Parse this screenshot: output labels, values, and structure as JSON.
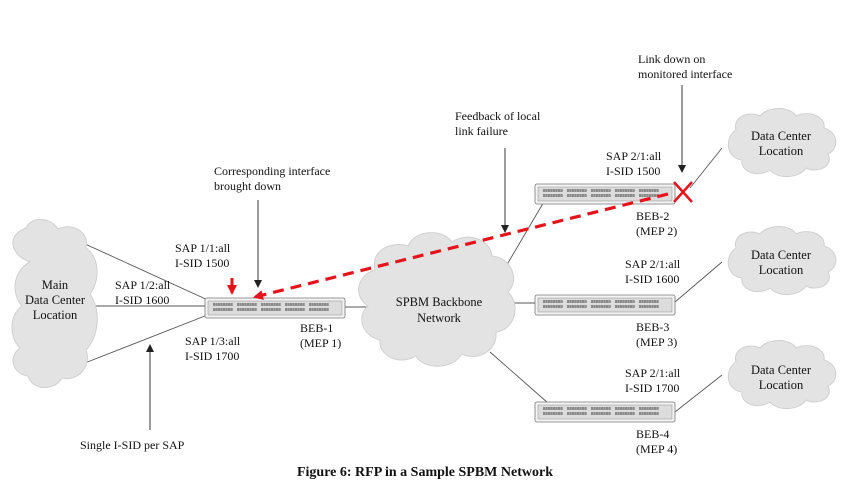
{
  "callouts": {
    "corresponding_interface": [
      "Corresponding interface",
      "brought down"
    ],
    "feedback_failure": [
      "Feedback of local",
      "link failure"
    ],
    "link_down": [
      "Link down on",
      "monitored interface"
    ],
    "single_isid": "Single I-SID per SAP"
  },
  "clouds": {
    "main_dc": [
      "Main",
      "Data Center",
      "Location"
    ],
    "backbone": [
      "SPBM Backbone",
      "Network"
    ],
    "dc_top": [
      "Data Center",
      "Location"
    ],
    "dc_mid": [
      "Data Center",
      "Location"
    ],
    "dc_bottom": [
      "Data Center",
      "Location"
    ]
  },
  "beb1": {
    "name": "BEB-1",
    "mep": "(MEP 1)",
    "saps": [
      {
        "sap": "SAP 1/1:all",
        "isid": "I-SID 1500"
      },
      {
        "sap": "SAP 1/2:all",
        "isid": "I-SID 1600"
      },
      {
        "sap": "SAP 1/3:all",
        "isid": "I-SID 1700"
      }
    ]
  },
  "beb2": {
    "name": "BEB-2",
    "mep": "(MEP 2)",
    "sap": "SAP 2/1:all",
    "isid": "I-SID 1500"
  },
  "beb3": {
    "name": "BEB-3",
    "mep": "(MEP 3)",
    "sap": "SAP 2/1:all",
    "isid": "I-SID 1600"
  },
  "beb4": {
    "name": "BEB-4",
    "mep": "(MEP 4)",
    "sap": "SAP 2/1:all",
    "isid": "I-SID 1700"
  },
  "caption": "Figure 6: RFP in a Sample SPBM Network",
  "colors": {
    "failure": "#e5141b",
    "cloud_fill": "#e3e3e3"
  }
}
